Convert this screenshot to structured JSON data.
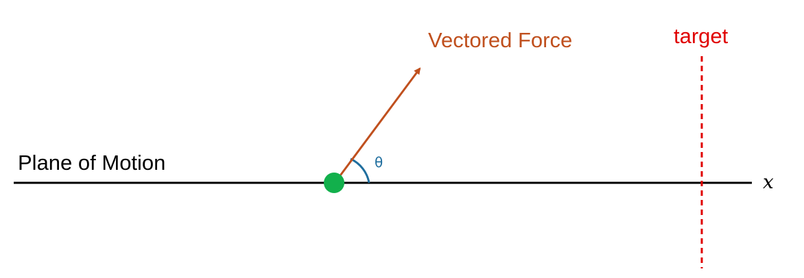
{
  "labels": {
    "plane": "Plane of Motion",
    "force": "Vectored Force",
    "target": "target",
    "angle": "θ",
    "axis": "x"
  },
  "colors": {
    "force": "#c0501e",
    "target": "#e00000",
    "angle": "#1f6e9e",
    "particle": "#12b04c",
    "line": "#000000"
  }
}
